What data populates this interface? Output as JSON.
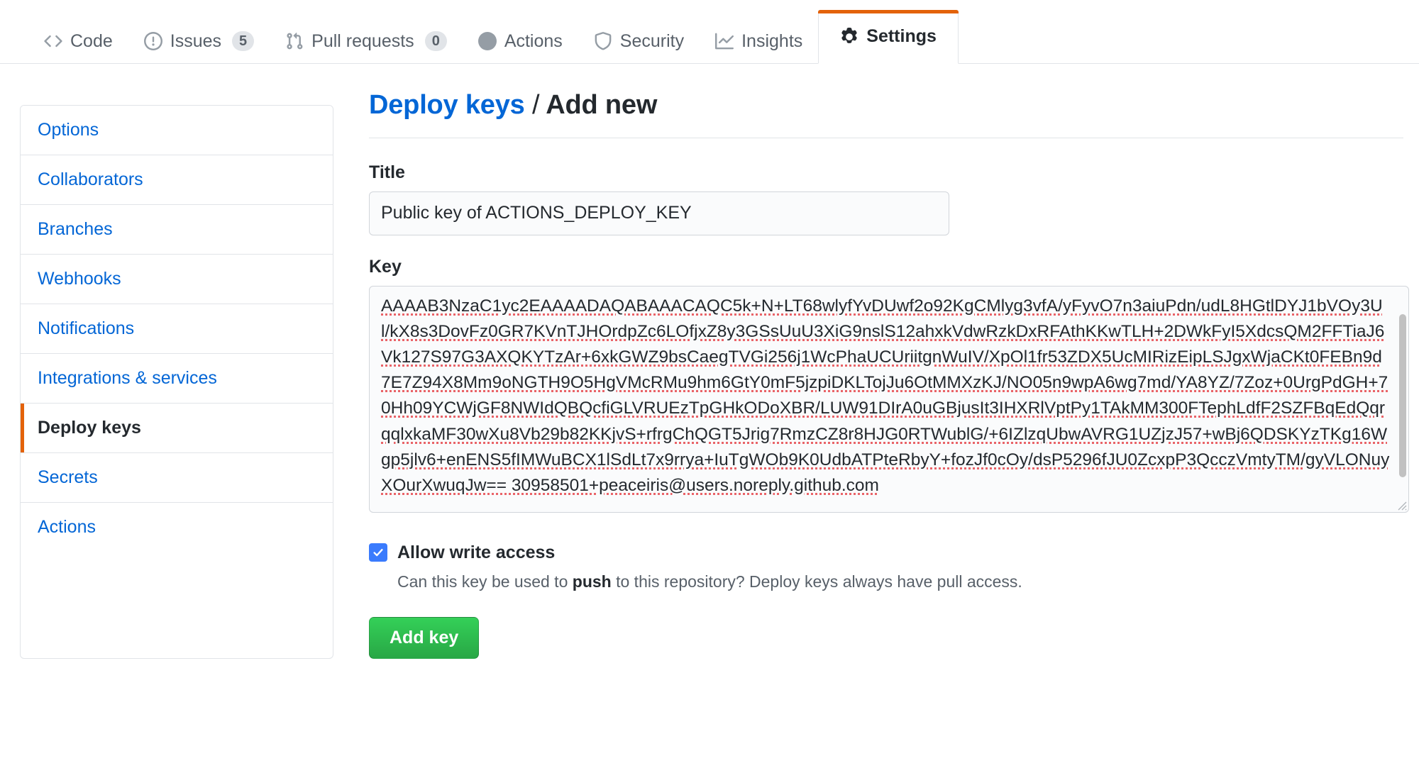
{
  "repo_nav": {
    "tabs": [
      {
        "label": "Code",
        "icon": "code-icon",
        "count": null,
        "active": false
      },
      {
        "label": "Issues",
        "icon": "issue-icon",
        "count": "5",
        "active": false
      },
      {
        "label": "Pull requests",
        "icon": "pr-icon",
        "count": "0",
        "active": false
      },
      {
        "label": "Actions",
        "icon": "play-icon",
        "count": null,
        "active": false
      },
      {
        "label": "Security",
        "icon": "shield-icon",
        "count": null,
        "active": false
      },
      {
        "label": "Insights",
        "icon": "graph-icon",
        "count": null,
        "active": false
      },
      {
        "label": "Settings",
        "icon": "gear-icon",
        "count": null,
        "active": true
      }
    ]
  },
  "sidebar": {
    "items": [
      {
        "label": "Options",
        "selected": false
      },
      {
        "label": "Collaborators",
        "selected": false
      },
      {
        "label": "Branches",
        "selected": false
      },
      {
        "label": "Webhooks",
        "selected": false
      },
      {
        "label": "Notifications",
        "selected": false
      },
      {
        "label": "Integrations & services",
        "selected": false
      },
      {
        "label": "Deploy keys",
        "selected": true
      },
      {
        "label": "Secrets",
        "selected": false
      },
      {
        "label": "Actions",
        "selected": false
      }
    ]
  },
  "main": {
    "heading": {
      "link": "Deploy keys",
      "separator": "/",
      "current": "Add new"
    },
    "title_field": {
      "label": "Title",
      "value": "Public key of ACTIONS_DEPLOY_KEY",
      "placeholder": ""
    },
    "key_field": {
      "label": "Key",
      "value": "AAAAB3NzaC1yc2EAAAADAQABAAACAQC5k+N+LT68wlyfYvDUwf2o92KgCMlyg3vfA/yFyvO7n3aiuPdn/udL8HGtlDYJ1bVOy3Ul/kX8s3DovFz0GR7KVnTJHOrdpZc6LOfjxZ8y3GSsUuU3XiG9nslS12ahxkVdwRzkDxRFAthKKwTLH+2DWkFyI5XdcsQM2FFTiaJ6Vk127S97G3AXQKYTzAr+6xkGWZ9bsCaegTVGi256j1WcPhaUCUriitgnWuIV/XpOl1fr53ZDX5UcMIRizEipLSJgxWjaCKt0FEBn9d7E7Z94X8Mm9oNGTH9O5HgVMcRMu9hm6GtY0mF5jzpiDKLTojJu6OtMMXzKJ/NO05n9wpA6wg7md/YA8YZ/7Zoz+0UrgPdGH+70Hh09YCWjGF8NWIdQBQcfiGLVRUEzTpGHkODoXBR/LUW91DIrA0uGBjusIt3IHXRlVptPy1TAkMM300FTephLdfF2SZFBqEdQqrqqlxkaMF30wXu8Vb29b82KKjvS+rfrgChQGT5Jrig7RmzCZ8r8HJG0RTWublG/+6IZlzqUbwAVRG1UZjzJ57+wBj6QDSKYzTKg16Wgp5jlv6+enENS5fIMWuBCX1lSdLt7x9rrya+IuTgWOb9K0UdbATPteRbyY+fozJf0cOy/dsP5296fJU0ZcxpP3QcczVmtyTM/gyVLONuyXOurXwuqJw== 30958501+peaceiris@users.noreply.github.com",
      "placeholder": ""
    },
    "allow_write": {
      "label": "Allow write access",
      "checked": true,
      "help_prefix": "Can this key be used to ",
      "help_bold": "push",
      "help_suffix": " to this repository? Deploy keys always have pull access."
    },
    "submit_label": "Add key"
  },
  "colors": {
    "accent_orange": "#e36209",
    "link_blue": "#0366d6",
    "button_green": "#28a745",
    "checkbox_blue": "#3a7bfd",
    "border_gray": "#e1e4e8"
  }
}
